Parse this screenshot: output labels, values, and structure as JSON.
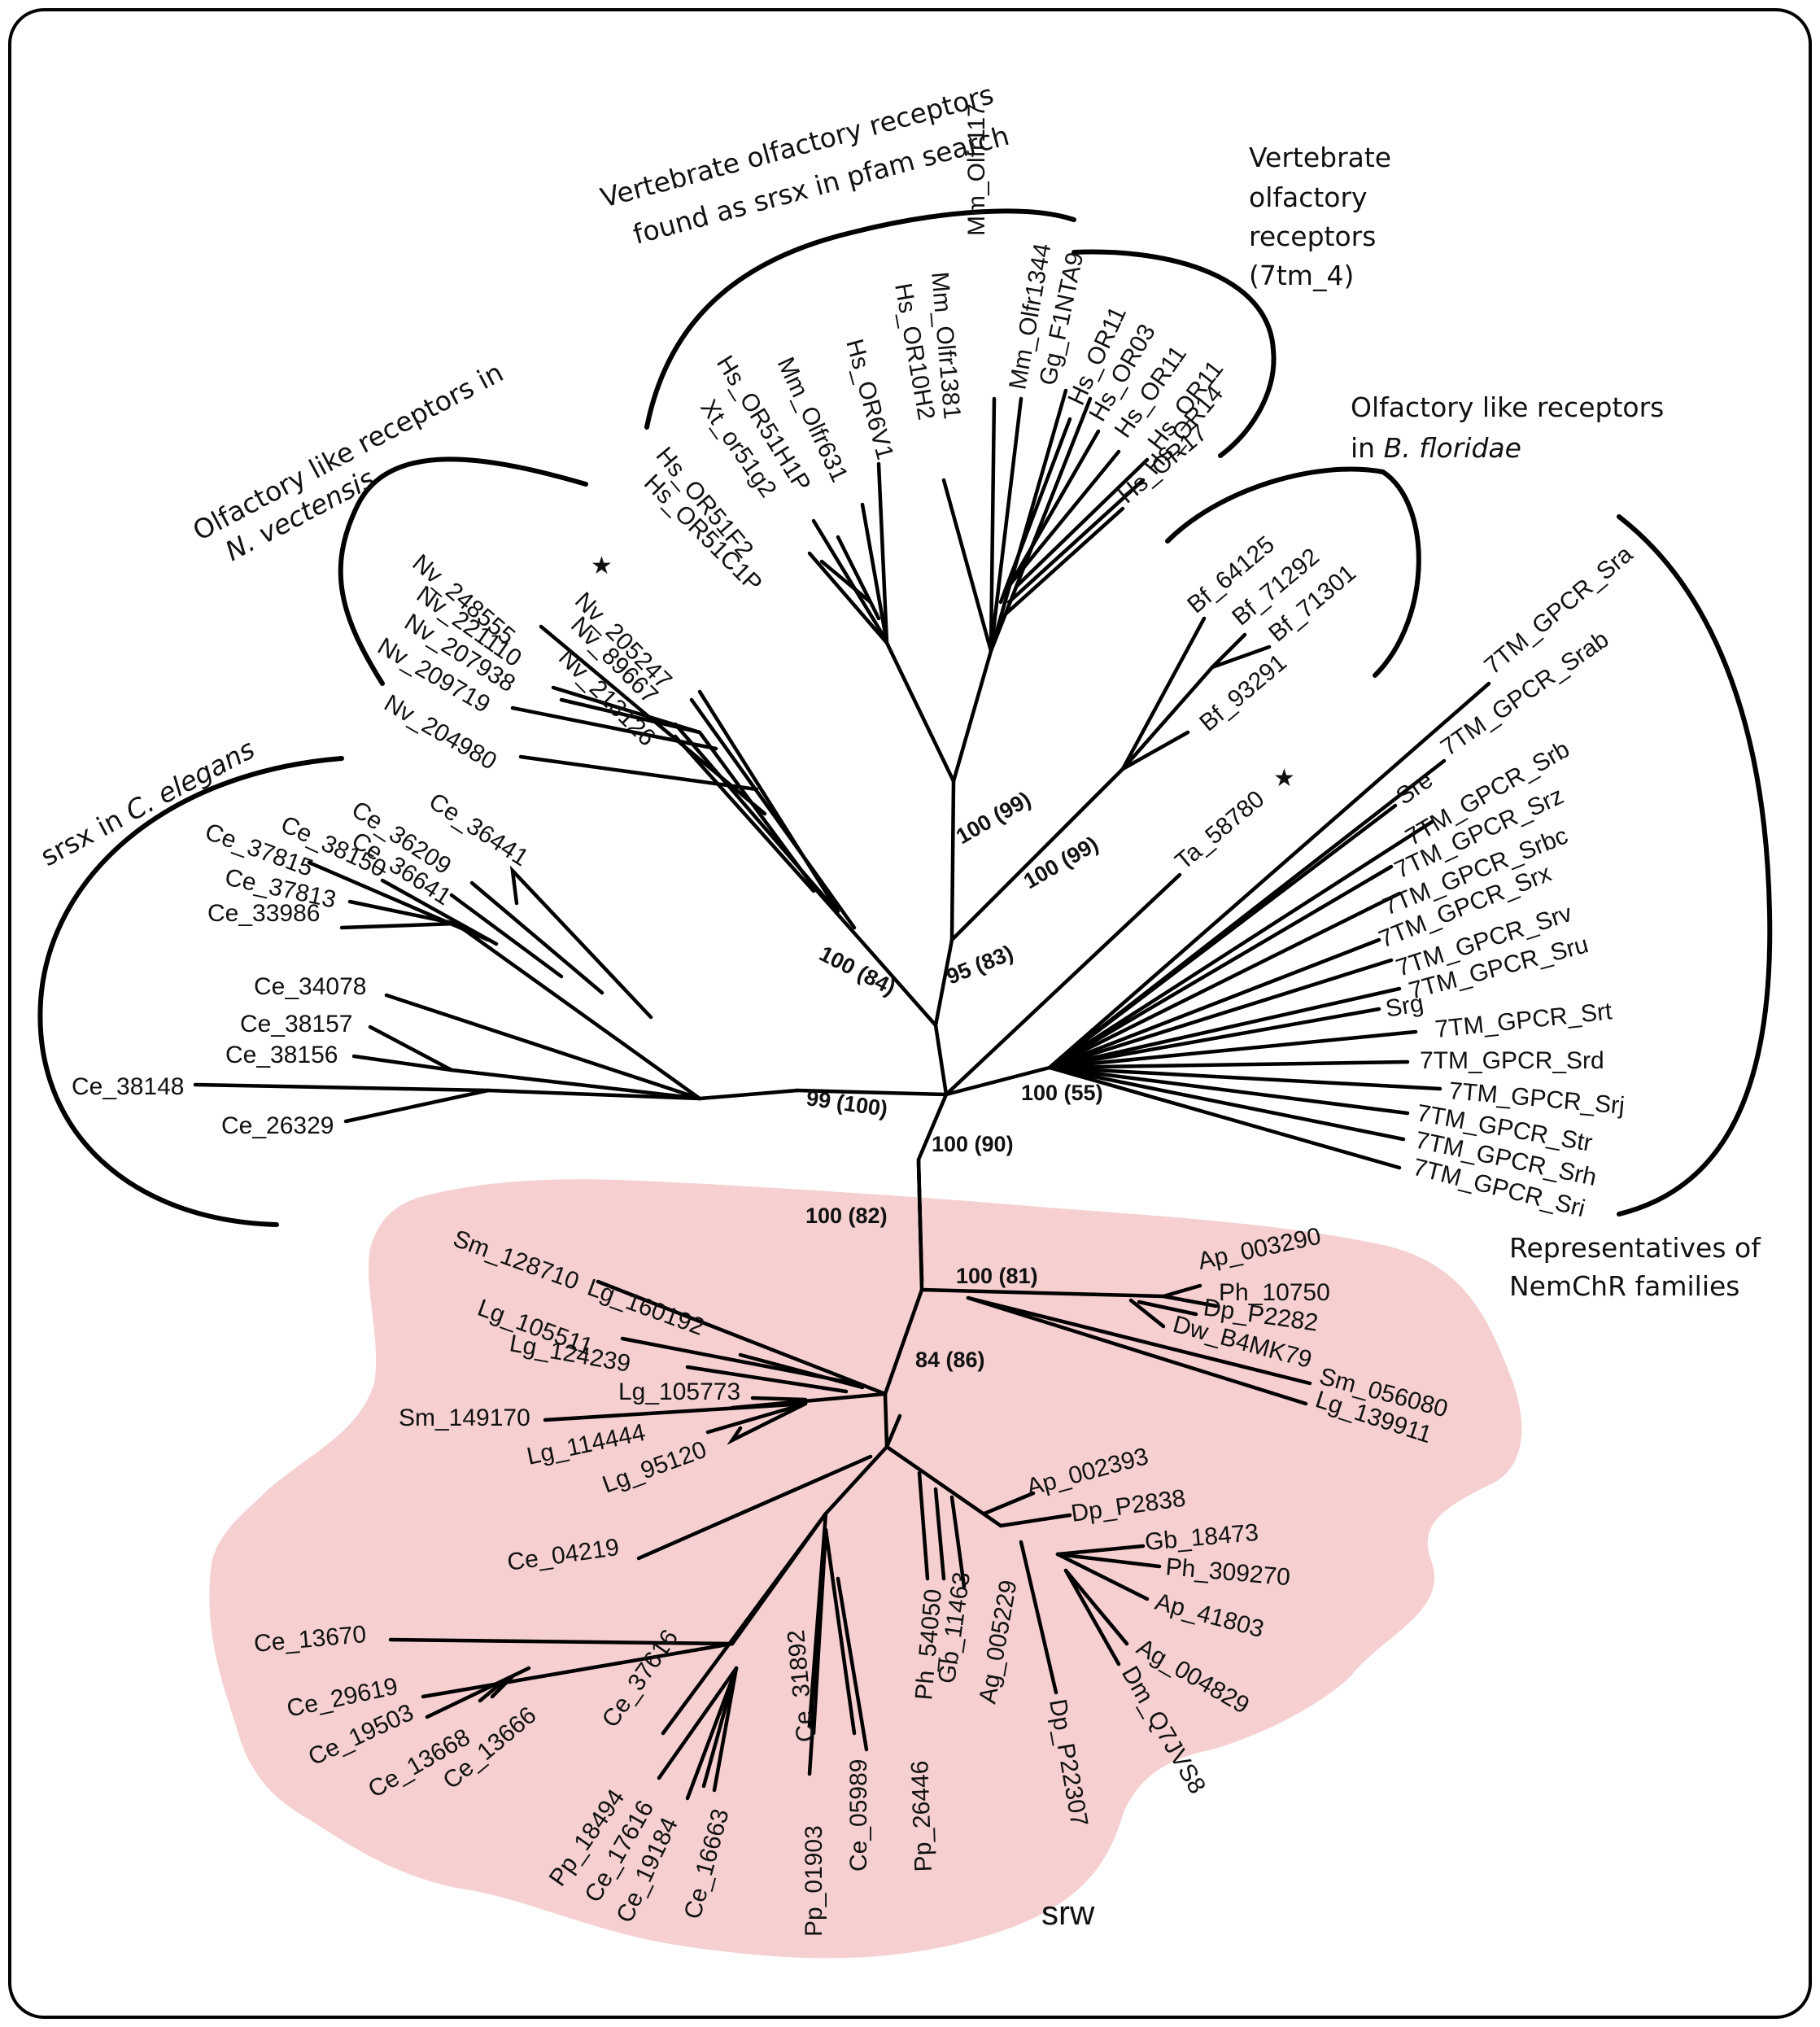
{
  "groups": {
    "srsx_c_elegans": "srsx in",
    "srsx_c_elegans_it": "C. elegans",
    "nv_line1": "Olfactory like receptors in",
    "nv_line2": "N. vectensis",
    "vert_pfam_line1": "Vertebrate olfactory receptors",
    "vert_pfam_line2": "found as srsx in pfam search",
    "vert7_line1": "Vertebrate",
    "vert7_line2": "olfactory",
    "vert7_line3": "receptors",
    "vert7_line4": "(7tm_4)",
    "bf_line1": "Olfactory like receptors",
    "bf_line2_prefix": "in",
    "bf_line2_it": "B. floridae",
    "nem_line1": "Representatives of",
    "nem_line2": "NemChR families",
    "srw": "srw"
  },
  "support": {
    "s1": "100 (99)",
    "s2": "100 (99)",
    "s3": "95 (83)",
    "s4": "100 (84)",
    "s5": "99 (100)",
    "s6": "100 (90)",
    "s7": "100 (55)",
    "s8": "100 (82)",
    "s9": "100 (81)",
    "s10": "84 (86)"
  },
  "leaves": {
    "ce_38148": "Ce_38148",
    "ce_26329": "Ce_26329",
    "ce_38156": "Ce_38156",
    "ce_38157": "Ce_38157",
    "ce_34078": "Ce_34078",
    "ce_33986": "Ce_33986",
    "ce_37813": "Ce_37813",
    "ce_37815": "Ce_37815",
    "ce_38150": "Ce_38150",
    "ce_36641": "Ce_36641",
    "ce_36209": "Ce_36209",
    "ce_36441": "Ce_36441",
    "nv_248555": "Nv_248555",
    "nv_221110": "Nv_221110",
    "nv_207938": "Nv_207938",
    "nv_209719": "Nv_209719",
    "nv_204980": "Nv_204980",
    "nv_205247": "Nv_205247",
    "nv_89667": "Nv_89667",
    "nv_213126": "Nv_213126",
    "hs_or51c1p": "Hs_OR51C1P",
    "hs_or51f2": "Hs_OR51F2",
    "xt_or51g2": "Xt_or51g2",
    "hs_or51h1p": "Hs_OR51H1P",
    "mm_olfr631": "Mm_Olfr631",
    "hs_or6v1": "Hs_OR6V1",
    "hs_or10h2": "Hs_OR10H2",
    "mm_olfr1381": "Mm_Olfr1381",
    "mm_olfr117": "Mm_Olfr117",
    "mm_olfr1344": "Mm_Olfr1344",
    "gg_f1nta9": "Gg_F1NTA9",
    "hs_or11a": "Hs_OR11",
    "hs_or03": "Hs_OR03",
    "hs_or11b": "Hs_OR11",
    "hs_or11c": "Hs_OR11",
    "hs_or14": "Hs_OR14",
    "hs_or17": "Hs_OR17",
    "bf_64125": "Bf_64125",
    "bf_71292": "Bf_71292",
    "bf_71301": "Bf_71301",
    "bf_93291": "Bf_93291",
    "ta_58780": "Ta_58780",
    "sra": "7TM_GPCR_Sra",
    "srab": "7TM_GPCR_Srab",
    "sre": "Sre",
    "srb": "7TM_GPCR_Srb",
    "srz": "7TM_GPCR_Srz",
    "srbc": "7TM_GPCR_Srbc",
    "srx": "7TM_GPCR_Srx",
    "srv": "7TM_GPCR_Srv",
    "sru": "7TM_GPCR_Sru",
    "srg": "Srg",
    "srt": "7TM_GPCR_Srt",
    "srd": "7TM_GPCR_Srd",
    "srj": "7TM_GPCR_Srj",
    "str": "7TM_GPCR_Str",
    "srh": "7TM_GPCR_Srh",
    "sri": "7TM_GPCR_Sri",
    "ap_003290": "Ap_003290",
    "ph_10750": "Ph_10750",
    "dp_p2282": "Dp_P2282",
    "dw_b4mk79": "Dw_B4MK79",
    "sm_056080": "Sm_056080",
    "lg_139911": "Lg_139911",
    "sm_128710": "Sm_128710",
    "lg_105511": "Lg_105511",
    "lg_160192": "Lg_160192",
    "lg_124239": "Lg_124239",
    "lg_105773": "Lg_105773",
    "sm_149170": "Sm_149170",
    "lg_114444": "Lg_114444",
    "lg_95120": "Lg_95120",
    "ce_04219": "Ce_04219",
    "ce_13670": "Ce_13670",
    "ce_29619": "Ce_29619",
    "ce_19503": "Ce_19503",
    "ce_13668": "Ce_13668",
    "ce_13666": "Ce_13666",
    "ce_37616": "Ce_37616",
    "pp_18494": "Pp_18494",
    "ce_17616": "Ce_17616",
    "ce_19184": "Ce_19184",
    "ce_16663": "Ce_16663",
    "ce_31892": "Ce_31892",
    "pp_01903": "Pp_01903",
    "ce_05989": "Ce_05989",
    "pp_26446": "Pp_26446",
    "ph_54050": "Ph_54050",
    "gb_11463": "Gb_11463",
    "ag_005229": "Ag_005229",
    "dp_p22307": "Dp_P22307",
    "ap_002393": "Ap_002393",
    "dp_p2838": "Dp_P2838",
    "gb_18473": "Gb_18473",
    "ph_309270": "Ph_309270",
    "ap_41803": "Ap_41803",
    "ag_004829": "Ag_004829",
    "dm_q7jvs8": "Dm_Q7JVS8"
  },
  "colors": {
    "srw_fill": "#f6d0d0",
    "frame": "#000000"
  }
}
